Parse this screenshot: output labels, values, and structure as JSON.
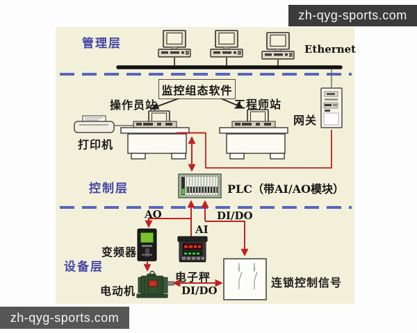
{
  "watermark": {
    "top": "zh-qyg-sports.com",
    "bottom": "zh-qyg-sports.com"
  },
  "layers": {
    "management": "管理层",
    "control": "控制层",
    "device": "设备层"
  },
  "network": {
    "ethernet": "Ethernet"
  },
  "nodes": {
    "software": "监控组态软件",
    "operator_station": "操作员站",
    "engineer_station": "工程师站",
    "printer": "打印机",
    "gateway": "网关",
    "plc": "PLC（带AI/AO模块）",
    "inverter": "变频器",
    "motor": "电动机",
    "scale": "电子秤",
    "interlock": "连锁控制信号"
  },
  "signals": {
    "ao": "AO",
    "ai": "AI",
    "di_do_top": "DI/DO",
    "di_do_bottom": "DI/DO"
  },
  "colors": {
    "diagram_bg": "#f3f0da",
    "layer_label": "#4446a6",
    "dashed_separator": "#5665bd",
    "connector_red": "#c02020",
    "ethernet_bus": "#101010",
    "watermark_bg_top": "#3b3b3b",
    "watermark_bg_bottom": "#565656",
    "inverter_screen": "#7ac32d",
    "scale_display_red": "#e03020",
    "scale_display_green": "#3ec040",
    "motor_body": "#31512f"
  }
}
